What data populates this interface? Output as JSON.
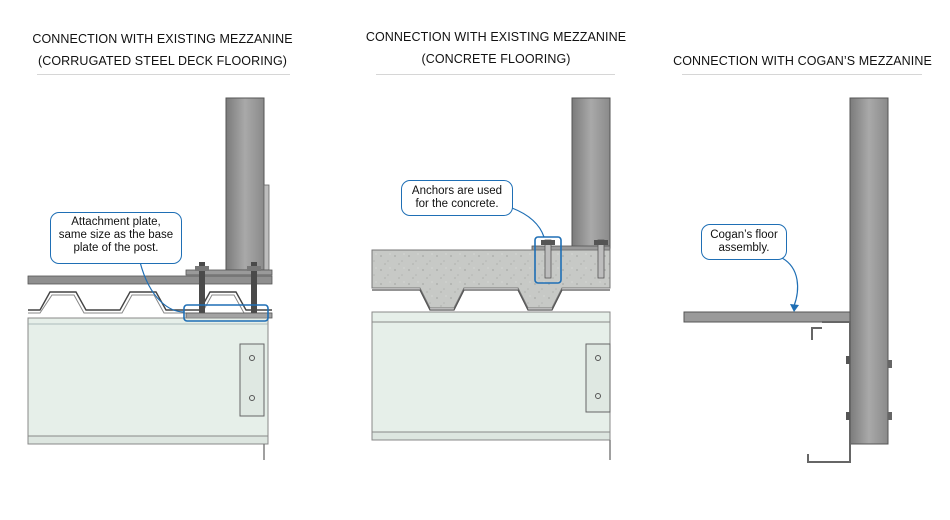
{
  "panels": [
    {
      "title_line1": "CONNECTION WITH EXISTING MEZZANINE",
      "title_line2": "(CORRUGATED STEEL DECK  FLOORING)",
      "callout": [
        "Attachment plate,",
        "same size as the base",
        "plate of the post."
      ]
    },
    {
      "title_line1": "CONNECTION WITH EXISTING MEZZANINE",
      "title_line2": "(CONCRETE FLOORING)",
      "callout": [
        "Anchors  are used",
        "for the concrete."
      ]
    },
    {
      "title_line1": "CONNECTION WITH COGAN’S MEZZANINE",
      "callout": [
        "Cogan’s floor",
        "assembly."
      ]
    }
  ],
  "colors": {
    "callout_border": "#1f6fb5",
    "steel": "#8c8c8c",
    "beam_fill": "#e6efe9",
    "concrete": "#c9cbc8"
  }
}
